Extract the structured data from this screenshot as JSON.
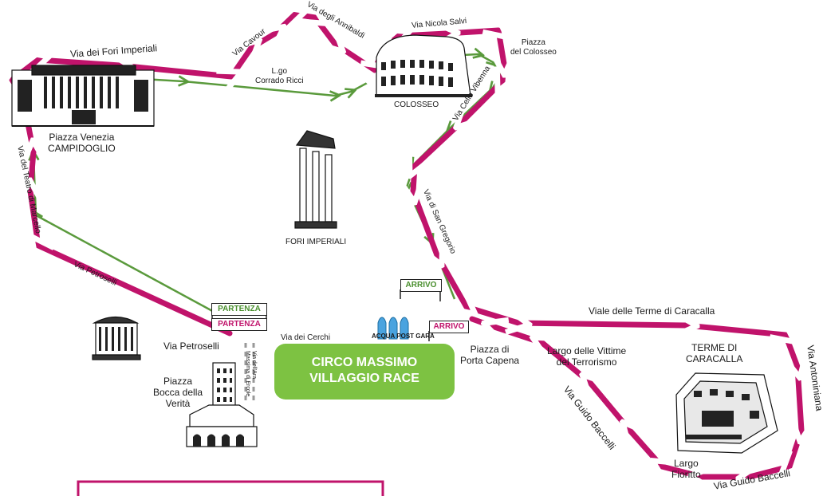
{
  "colors": {
    "route_main": "#c0136b",
    "route_secondary": "#5a9a3c",
    "park": "#7dc242",
    "text": "#1a1a1a"
  },
  "streets": {
    "via_fori_imperiali": "Via dei Fori Imperiali",
    "via_cavour": "Via Cavour",
    "via_annibaldi": "Via degli Annibaldi",
    "via_nicola_salvi": "Via Nicola Salvi",
    "piazza_colosseo_1": "Piazza",
    "piazza_colosseo_2": "del Colosseo",
    "largo_ricci_1": "L.go",
    "largo_ricci_2": "Corrado Ricci",
    "via_celio_vibenna": "Via Celio Vibenna",
    "via_teatro_marcello": "Via del Teatro di Marcello",
    "via_san_gregorio": "Via di San Gregorio",
    "via_petroselli_diag": "Via Petroselli",
    "via_petroselli": "Via Petroselli",
    "via_cerchi": "Via dei Cerchi",
    "via_ara_massima_1": "Via dell'Ara",
    "via_ara_massima_2": "Massima di Ercole",
    "porta_capena_1": "Piazza di",
    "porta_capena_2": "Porta Capena",
    "viale_caracalla": "Viale delle Terme di Caracalla",
    "largo_vittime_1": "Largo delle Vittime",
    "largo_vittime_2": "del Terrorismo",
    "via_antoniniana": "Via Antoniniana",
    "via_guido_baccelli_diag": "Via Guido Baccelli",
    "largo_fioritto_1": "Largo",
    "largo_fioritto_2": "Fioritto",
    "via_guido_baccelli": "Via Guido Baccelli"
  },
  "landmarks": {
    "piazza_venezia": "Piazza Venezia",
    "campidoglio": "CAMPIDOGLIO",
    "colosseo": "COLOSSEO",
    "fori_imperiali": "FORI IMPERIALI",
    "terme_1": "TERME DI",
    "terme_2": "CARACALLA",
    "bocca_1": "Piazza",
    "bocca_2": "Bocca della",
    "bocca_3": "Verità"
  },
  "park": {
    "line1": "CIRCO MASSIMO",
    "line2": "VILLAGGIO RACE"
  },
  "flags": {
    "partenza_green": "PARTENZA",
    "partenza_magenta": "PARTENZA",
    "arrivo_green": "ARRIVO",
    "arrivo_magenta": "ARRIVO",
    "acqua": "ACQUA POST GARA"
  }
}
